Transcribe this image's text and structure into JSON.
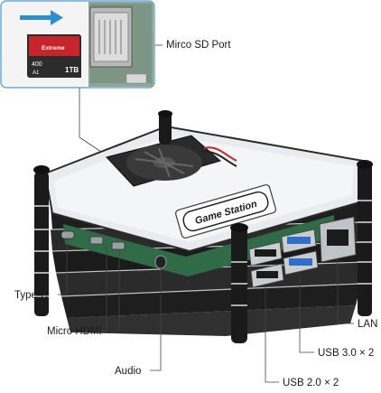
{
  "callouts": {
    "sd_port": "Mirco SD Port",
    "type_c": "Type-C",
    "micro_hdmi": "Micro HDMI",
    "audio": "Audio",
    "lan": "LAN",
    "usb3": "USB 3.0 × 2",
    "usb2": "USB 2.0 × 2"
  },
  "case_sticker": "Game Station",
  "sd_card": {
    "brand": "Extreme",
    "speed": "400",
    "class": "A1",
    "capacity": "1TB"
  },
  "colors": {
    "arrow": "#2a8fd6",
    "callout_box": "#6fa8d8",
    "leader_line": "#444444",
    "case_dark": "#1c1c1c",
    "usb3_blue": "#2f6fc9",
    "board_green": "#2f6b46"
  }
}
